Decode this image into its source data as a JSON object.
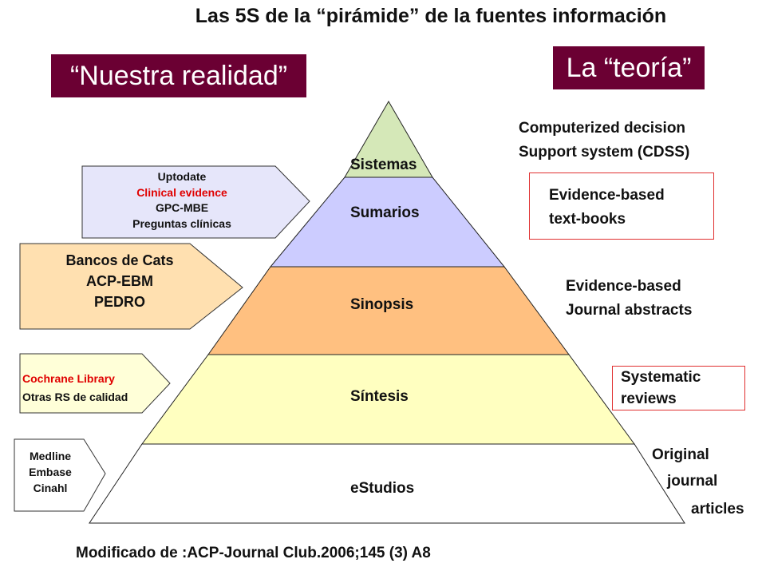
{
  "title": "Las 5S de la “pirámide” de la fuentes información",
  "tag_left": "“Nuestra realidad”",
  "tag_right": "La “teoría”",
  "layers": {
    "sistemas": "Sistemas",
    "sumarios": "Sumarios",
    "sinopsis": "Sinopsis",
    "sintesis": "Síntesis",
    "estudios": "eStudios"
  },
  "right": {
    "cdss_line1": "Computerized decision",
    "cdss_line2": "Support system (CDSS)",
    "ebtb_line1": "Evidence-based",
    "ebtb_line2": "text-books",
    "eja_line1": "Evidence-based",
    "eja_line2": "Journal abstracts",
    "sr_line1": "Systematic",
    "sr_line2": "reviews",
    "oja_line1": "Original",
    "oja_line2": "journal",
    "oja_line3": "articles"
  },
  "callouts": {
    "sumarios": [
      "Uptodate",
      "Clinical evidence",
      "GPC-MBE",
      "Preguntas clínicas"
    ],
    "sinopsis": [
      "Bancos de Cats",
      "ACP-EBM",
      "PEDRO"
    ],
    "sintesis": [
      "Cochrane Library",
      "Otras RS de calidad"
    ],
    "estudios": [
      "Medline",
      "Embase",
      "Cinahl"
    ]
  },
  "colors": {
    "sistemas": "#d5e8b8",
    "sumarios": "#ccccff",
    "sinopsis": "#ffc080",
    "sintesis": "#ffffc0",
    "estudios": "#ffffff",
    "callout_sumarios": "#e6e6fa",
    "callout_sinopsis": "#ffe0b0",
    "callout_sintesis": "#ffffd8",
    "callout_estudios": "#ffffff",
    "tag": "#6b0033",
    "accent_red": "#e00000"
  },
  "footer": "Modificado de :ACP-Journal Club.2006;145 (3) A8"
}
